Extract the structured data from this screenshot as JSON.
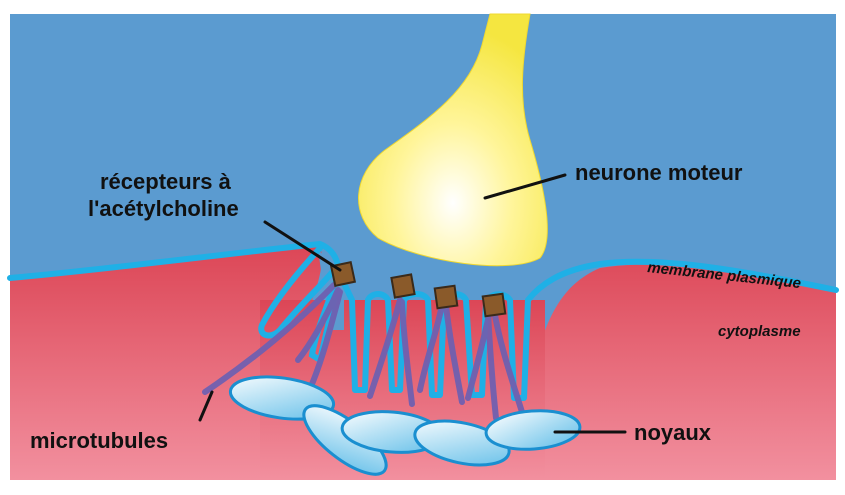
{
  "labels": {
    "neurone": "neurone moteur",
    "recepteurs_line1": "récepteurs à",
    "recepteurs_line2": "l'acétylcholine",
    "membrane": "membrane plasmique",
    "cytoplasme": "cytoplasme",
    "microtubules": "microtubules",
    "noyaux": "noyaux"
  },
  "colors": {
    "extracellular": "#5b9bd0",
    "cytoplasm_top": "#e0505f",
    "cytoplasm_bottom": "#f08a9a",
    "membrane": "#1fb0e6",
    "neuron_fill": "#fff36a",
    "receptor": "#8a5a2a",
    "microtubule": "#7060b0",
    "nucleus": "#a8dcf5"
  }
}
